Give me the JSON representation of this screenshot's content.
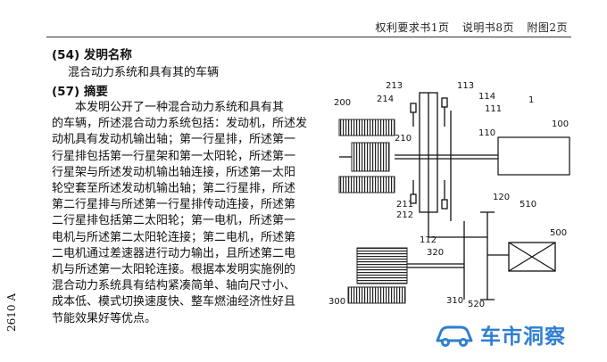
{
  "header": {
    "claims": "权利要求书1页",
    "description": "说明书8页",
    "figures": "附图2页"
  },
  "sections": {
    "title_heading": "(54) 发明名称",
    "title": "混合动力系统和具有其的车辆",
    "abstract_heading": "(57) 摘要"
  },
  "abstract_lines": [
    "本发明公开了一种混合动力系统和具有其",
    "的车辆，所述混合动力系统包括：发动机，所述发",
    "动机具有发动机输出轴；第一行星排，所述第一",
    "行星排包括第一行星架和第一太阳轮，所述第一",
    "行星架与所述发动机输出轴连接，所述第一太阳",
    "轮空套至所述发动机输出轴；第二行星排，所述",
    "第二行星排与所述第一行星排传动连接，所述第",
    "二行星排包括第二太阳轮；第一电机，所述第一",
    "电机与所述第二太阳轮连接；第二电机，所述第",
    "二电机通过差速器进行动力输出，且所述第二电",
    "机与所述第一太阳轮连接。根据本发明实施例的",
    "混合动力系统具有结构紧凑简单、轴向尺寸小、",
    "成本低、模式切换速度快、整车燃油经济性好且",
    "节能效果好等优点。"
  ],
  "side_code": "2610 A",
  "diagram_labels": {
    "l213": "213",
    "l214": "214",
    "l113": "113",
    "l114": "114",
    "l111": "111",
    "l1": "1",
    "l200": "200",
    "l210": "210",
    "l110": "110",
    "l100": "100",
    "l211": "211",
    "l212": "212",
    "l120": "120",
    "l510": "510",
    "l112": "112",
    "l320": "320",
    "l500": "500",
    "l300": "300",
    "l310": "310",
    "l520": "520"
  },
  "watermark": {
    "text": "车市洞察",
    "icon": "car-icon",
    "color": "#2f7fd0"
  }
}
